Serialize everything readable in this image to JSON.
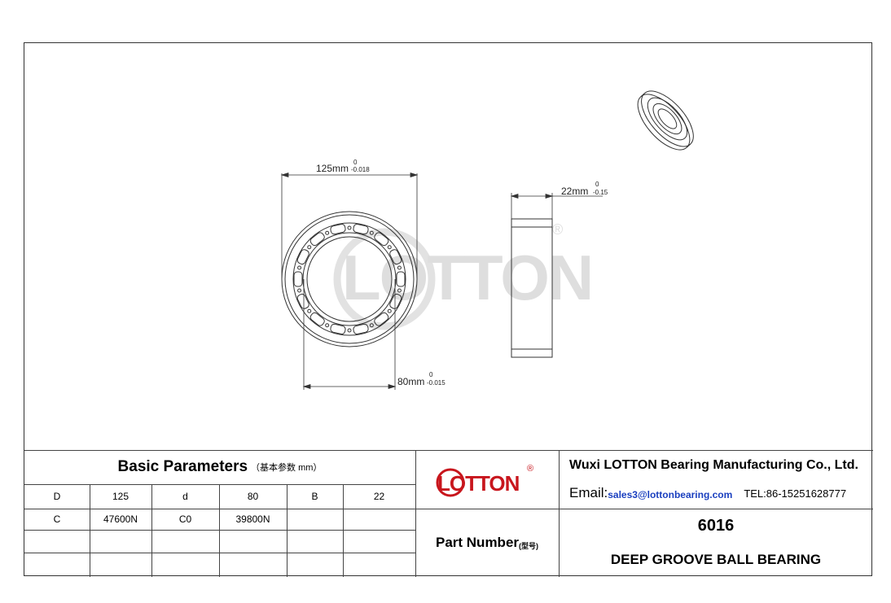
{
  "watermark": {
    "text": "LOTTON",
    "mark": "®"
  },
  "dimensions": {
    "outer": {
      "value": "125mm",
      "upper": "0",
      "lower": "-0.018"
    },
    "width": {
      "value": "22mm",
      "upper": "0",
      "lower": "-0.15"
    },
    "inner": {
      "value": "80mm",
      "upper": "0",
      "lower": "-0.015"
    }
  },
  "basic_parameters": {
    "title": "Basic Parameters",
    "subtitle": "（基本参数 mm）",
    "rows": [
      [
        "D",
        "125",
        "d",
        "80",
        "B",
        "22"
      ],
      [
        "C",
        "47600N",
        "C0",
        "39800N",
        "",
        ""
      ],
      [
        "",
        "",
        "",
        "",
        "",
        ""
      ],
      [
        "",
        "",
        "",
        "",
        "",
        ""
      ]
    ]
  },
  "logo": {
    "text": "LOTTON",
    "mark": "®",
    "color": "#c8161d"
  },
  "company": {
    "name": "Wuxi LOTTON Bearing Manufacturing Co., Ltd.",
    "email_label": "Email:",
    "email": "sales3@lottonbearing.com",
    "tel": "TEL:86-15251628777"
  },
  "part": {
    "label": "Part Number",
    "label_sub": "(型号)",
    "number": "6016",
    "description": "DEEP GROOVE BALL BEARING"
  }
}
